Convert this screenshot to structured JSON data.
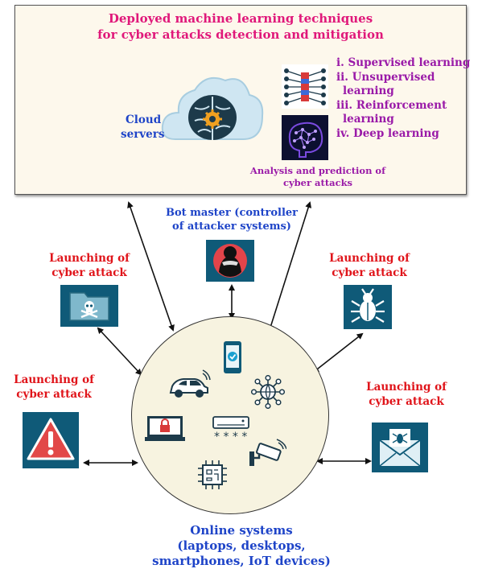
{
  "header": {
    "title_line1": "Deployed machine learning techniques",
    "title_line2": "for cyber attacks detection and mitigation"
  },
  "cloud": {
    "label_line1": "Cloud",
    "label_line2": "servers"
  },
  "ml_techniques": [
    "i. Supervised learning",
    "ii. Unsupervised",
    "learning",
    "iii. Reinforcement",
    "learning",
    "iv. Deep learning"
  ],
  "analysis": {
    "line1": "Analysis and prediction of",
    "line2": "cyber attacks"
  },
  "botmaster": {
    "line1": "Bot master (controller",
    "line2": "of attacker systems)"
  },
  "attacks": {
    "left_top_line1": "Launching of",
    "left_top_line2": "cyber attack",
    "right_top_line1": "Launching of",
    "right_top_line2": "cyber attack",
    "left_mid_line1": "Launching of",
    "left_mid_line2": "cyber attack",
    "right_mid_line1": "Launching of",
    "right_mid_line2": "cyber attack"
  },
  "online": {
    "line1": "Online systems",
    "line2": "(laptops, desktops,",
    "line3": "smartphones, IoT devices)"
  },
  "colors": {
    "title": "#e0187a",
    "blue_text": "#1e44c8",
    "purple_text": "#9a1aa8",
    "red_text": "#e0141a",
    "icon_bg": "#0f5a78",
    "circle_fill": "#f7f3e0"
  }
}
